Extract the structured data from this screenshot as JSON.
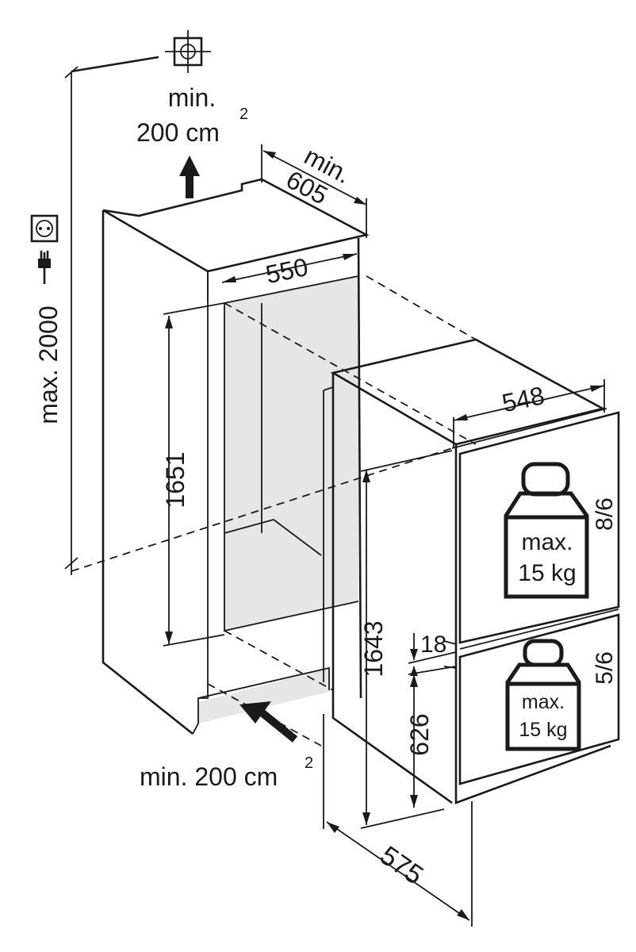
{
  "ventilation": {
    "top": {
      "line1": "min.",
      "line2": "200 cm",
      "sup": "2"
    },
    "bottom": {
      "text": "min. 200 cm",
      "sup": "2"
    }
  },
  "niche": {
    "height_max": "max. 2000",
    "depth": {
      "line1": "min.",
      "line2": "605"
    },
    "width": "550",
    "height": "1651"
  },
  "appliance": {
    "width": "548",
    "height": "1643",
    "depth": "575",
    "gap": "18",
    "lower_door": "626"
  },
  "doors": {
    "upper": {
      "ratio": "8/6",
      "load_line1": "max.",
      "load_line2": "15 kg"
    },
    "lower": {
      "ratio": "5/6",
      "load_line1": "max.",
      "load_line2": "15 kg"
    }
  },
  "icons": [
    "power-socket-icon",
    "power-plug-icon",
    "crosshair-symbol-icon",
    "air-flow-arrow-icon",
    "weight-icon"
  ]
}
